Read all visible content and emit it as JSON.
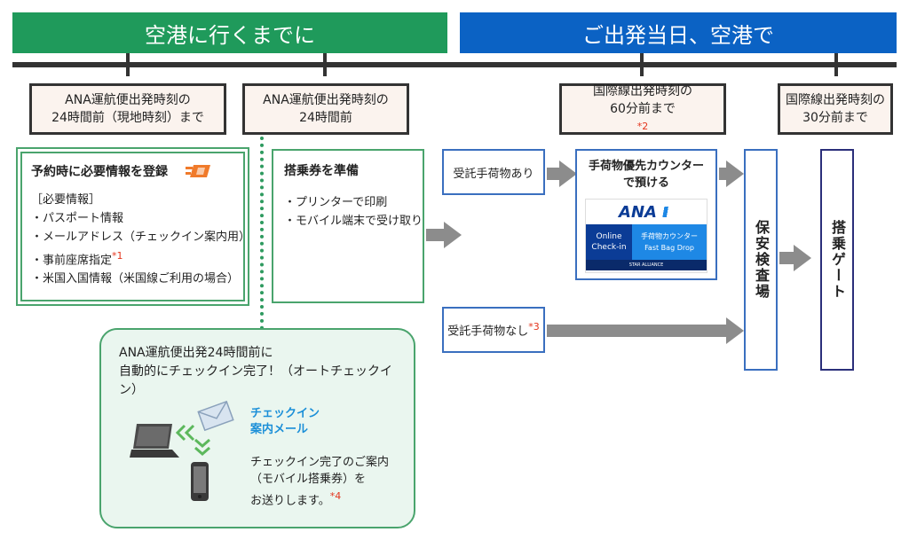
{
  "headers": {
    "before_airport": "空港に行くまでに",
    "at_airport": "ご出発当日、空港で"
  },
  "time_boxes": [
    {
      "line1": "ANA運航便出発時刻の",
      "line2": "24時間前（現地時刻）まで",
      "note": ""
    },
    {
      "line1": "ANA運航便出発時刻の",
      "line2": "24時間前",
      "note": ""
    },
    {
      "line1": "国際線出発時刻の",
      "line2": "60分前まで",
      "note": "*2"
    },
    {
      "line1": "国際線出発時刻の",
      "line2": "30分前まで",
      "note": ""
    }
  ],
  "register_box": {
    "title": "予約時に必要情報を登録",
    "heading": "［必要情報］",
    "items": [
      "・パスポート情報",
      "・メールアドレス（チェックイン案内用）",
      "・事前座席指定",
      "・米国入国情報（米国線ご利用の場合）"
    ],
    "seat_note": "*1"
  },
  "boarding_pass_box": {
    "title": "搭乗券を準備",
    "items": [
      "・プリンターで印刷",
      "・モバイル端末で受け取り"
    ]
  },
  "baggage_yes": "受託手荷物あり",
  "baggage_no": {
    "label": "受託手荷物なし",
    "note": "*3"
  },
  "counter_box": {
    "line1": "手荷物優先カウンター",
    "line2": "で預ける",
    "sign": {
      "brand": "ANA",
      "left1": "Online",
      "left2": "Check-in",
      "right1": "手荷物カウンター",
      "right2": "Fast Bag Drop",
      "alliance": "STAR ALLIANCE"
    }
  },
  "security": "保安検査場",
  "gate": "搭乗ゲート",
  "auto_box": {
    "line1": "ANA運航便出発24時間前に",
    "line2": "自動的にチェックイン完了！（オートチェックイン）",
    "mail_label1": "チェックイン",
    "mail_label2": "案内メール",
    "desc1": "チェックイン完了のご案内",
    "desc2": "（モバイル搭乗券）を",
    "desc3": "お送りします。",
    "note": "*4"
  },
  "colors": {
    "green": "#1f9a5b",
    "blue": "#0b62c4",
    "note_red": "#e4351d",
    "mail_blue": "#1b8fd8"
  }
}
